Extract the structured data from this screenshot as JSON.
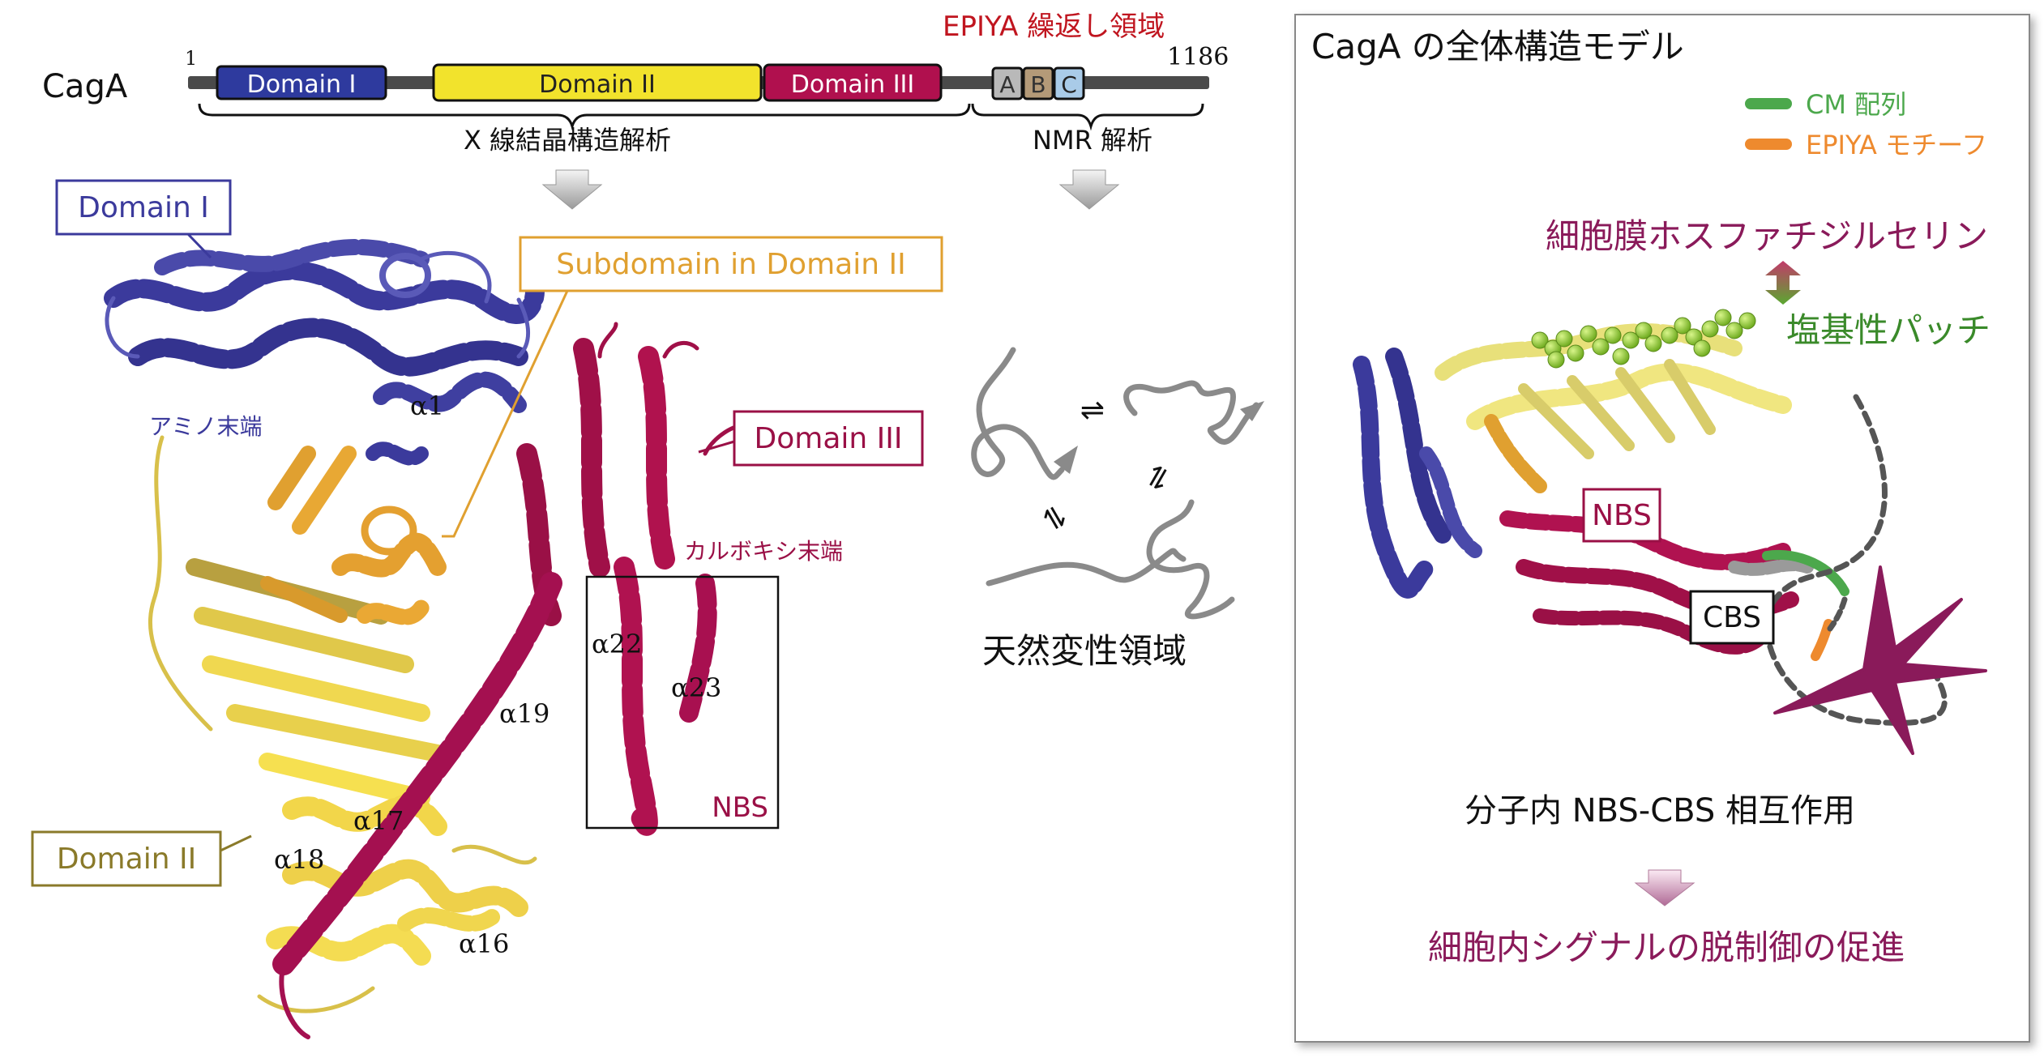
{
  "cagA_label": "CagA",
  "domain_bar": {
    "start": "1",
    "end": "1186",
    "domains": [
      {
        "label": "Domain I",
        "color": "#2e3a9e"
      },
      {
        "label": "Domain II",
        "color": "#f2e32c"
      },
      {
        "label": "Domain III",
        "color": "#b0104e"
      }
    ],
    "epiya_title": "EPIYA 繰返し領域",
    "motifs": [
      {
        "label": "A",
        "color": "#b9b9b9"
      },
      {
        "label": "B",
        "color": "#b49a78"
      },
      {
        "label": "C",
        "color": "#a9cbe8"
      }
    ],
    "xray_label": "X 線結晶構造解析",
    "nmr_label": "NMR 解析"
  },
  "structure_labels": {
    "domain1": "Domain I",
    "subdomain": "Subdomain in Domain II",
    "domain3": "Domain III",
    "domain2": "Domain II",
    "amino_terminus": "アミノ末端",
    "carboxy_terminus": "カルボキシ末端",
    "nbs": "NBS",
    "a1": "α1",
    "a16": "α16",
    "a17": "α17",
    "a18": "α18",
    "a19": "α19",
    "a22": "α22",
    "a23": "α23"
  },
  "disorder": {
    "eq_symbol": "⇌",
    "label": "天然変性領域"
  },
  "model_panel": {
    "title": "CagA の全体構造モデル",
    "legend": [
      {
        "label": "CM 配列",
        "color": "#4ca84c"
      },
      {
        "label": "EPIYA モチーフ",
        "color": "#ee8a2e"
      }
    ],
    "membrane_ps": "細胞膜ホスファチジルセリン",
    "basic_patch": "塩基性パッチ",
    "nbs": "NBS",
    "cbs": "CBS",
    "interaction": "分子内 NBS-CBS 相互作用",
    "result": "細胞内シグナルの脱制御の促進"
  },
  "colors": {
    "domain1": "#3b3a9c",
    "domain2": "#8a7a2a",
    "subdomain": "#e0a030",
    "domain3": "#9a1046",
    "epiya_red": "#c0151f",
    "green_text": "#3a8a2a",
    "purple_text": "#8a1a5a"
  }
}
